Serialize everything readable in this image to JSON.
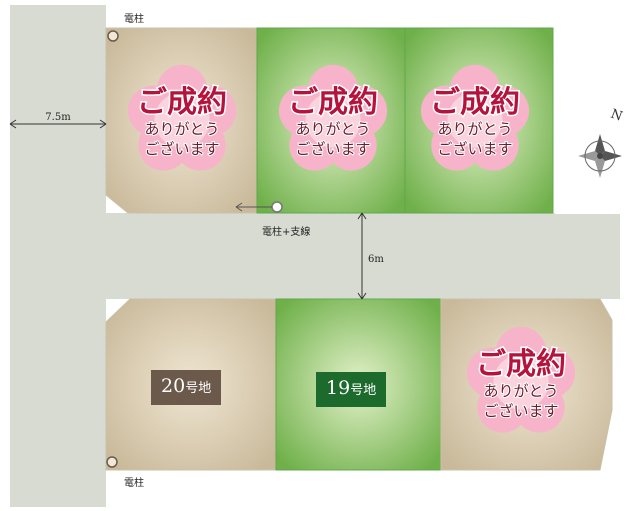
{
  "labels": {
    "pole_top": "電柱",
    "pole_bottom": "電柱",
    "pole_guy": "電柱+支線",
    "road_width_left": "7.5m",
    "road_width_center": "6m",
    "north": "N"
  },
  "sold_badge": {
    "title": "ご成約",
    "line1": "ありがとう",
    "line2": "ございます"
  },
  "lots": [
    {
      "id": "lot-top-1",
      "status": "sold",
      "color": "beige"
    },
    {
      "id": "lot-top-2",
      "status": "sold",
      "color": "green"
    },
    {
      "id": "lot-top-3",
      "status": "sold",
      "color": "green"
    },
    {
      "id": "lot-20",
      "status": "available",
      "color": "beige",
      "number": "20",
      "suffix": "号地"
    },
    {
      "id": "lot-19",
      "status": "available",
      "color": "green",
      "number": "19",
      "suffix": "号地"
    },
    {
      "id": "lot-bottom-3",
      "status": "sold",
      "color": "beige"
    }
  ],
  "colors": {
    "lot20_tag": "#6b5a4c",
    "lot19_tag": "#1d6b2c",
    "sold_text": "#b5123c",
    "flower": "#f4a7c0"
  }
}
